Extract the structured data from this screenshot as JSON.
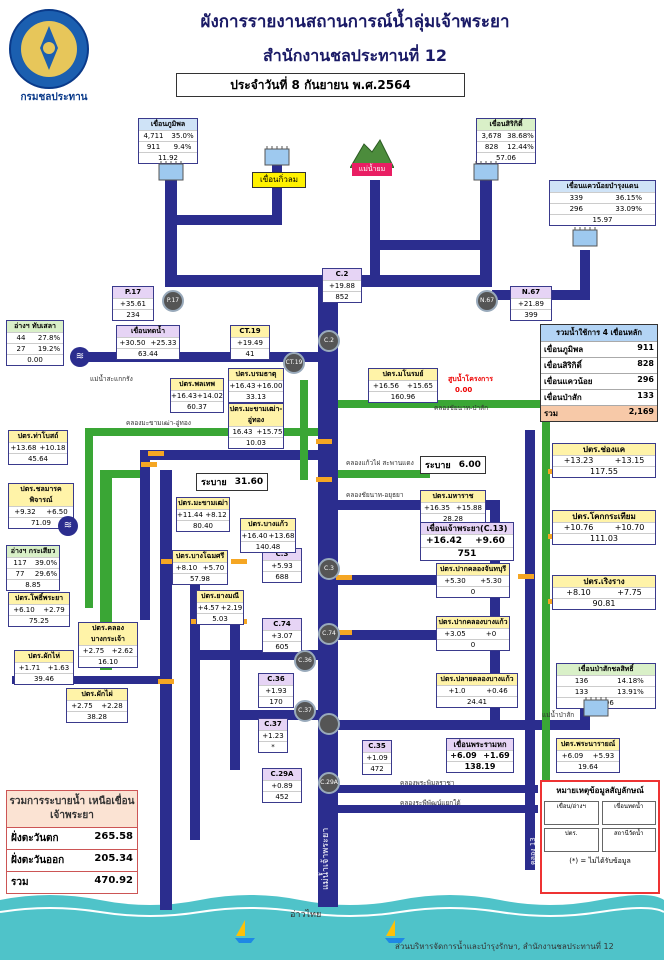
{
  "header": {
    "title": "ผังการรายงานสถานการณ์น้ำลุ่มเจ้าพระยา",
    "subtitle": "สำนักงานชลประทานที่ 12",
    "date": "ประจำวันที่ 8 กันยายน พ.ศ.2564",
    "logo_text": "กรมชลประทาน"
  },
  "dams": {
    "bhumibol": {
      "name": "เขื่อนภูมิพล",
      "v1": "4,711",
      "p1": "35.0%",
      "v2": "911",
      "p2": "9.4%",
      "v3": "11.92"
    },
    "sirikit": {
      "name": "เขื่อนสิริกิติ์",
      "v1": "3,678",
      "p1": "38.68%",
      "v2": "828",
      "p2": "12.44%",
      "v3": "57.06"
    },
    "kwaenoi": {
      "name": "เขื่อนแควน้อยบำรุงแดน",
      "v1": "339",
      "p1": "36.15%",
      "v2": "296",
      "p2": "33.09%",
      "v3": "15.97"
    },
    "pasak": {
      "name": "เขื่อนป่าสักชลสิทธิ์",
      "v1": "136",
      "p1": "14.18%",
      "v2": "133",
      "p2": "13.91%",
      "v3": "3.06"
    },
    "kiwlom_label": "เขื่อนกิ่วลม",
    "river_nan_label": "แม่น้ำยม"
  },
  "stations": {
    "p17": {
      "name": "P.17",
      "a": "+35.61",
      "b": "234"
    },
    "n67": {
      "name": "N.67",
      "a": "+21.89",
      "b": "399"
    },
    "c2": {
      "name": "C.2",
      "a": "+19.88",
      "b": "852"
    },
    "ct19": {
      "name": "CT.19",
      "a": "+19.49",
      "b": "41"
    },
    "c3": {
      "name": "C.3",
      "a": "+5.93",
      "b": "688"
    },
    "c74": {
      "name": "C.74",
      "a": "+3.07",
      "b": "605"
    },
    "c36": {
      "name": "C.36",
      "a": "+1.93",
      "b": "170"
    },
    "c37": {
      "name": "C.37",
      "a": "+1.23",
      "b": "*"
    },
    "c35": {
      "name": "C.35",
      "a": "+1.09",
      "b": "472"
    },
    "c29a": {
      "name": "C.29A",
      "a": "+0.89",
      "b": "452"
    }
  },
  "gates": {
    "sakae": {
      "name": "เขื่อนทดน้ำ",
      "a": "+30.50",
      "b": "+25.33",
      "c": "63.44"
    },
    "ar_tha": {
      "name": "อ่างฯ ทับเสลา",
      "v1": "44",
      "p1": "27.8%",
      "v2": "27",
      "p2": "19.2%",
      "v3": "0.00"
    },
    "ar_kra": {
      "name": "อ่างฯ กระเสียว",
      "v1": "117",
      "p1": "39.0%",
      "v2": "77",
      "p2": "29.6%",
      "v3": "8.85"
    },
    "phonlathep": {
      "name": "ปตร.พลเทพ",
      "a": "+16.43",
      "b": "+14.02",
      "c": "60.37"
    },
    "borommathat": {
      "name": "ปตร.บรมธาตุ",
      "a": "+16.43",
      "b": "+16.00",
      "c": "33.13"
    },
    "manorom": {
      "name": "ปตร.มโนรมย์",
      "a": "+16.56",
      "b": "+15.65",
      "c": "160.96"
    },
    "mahasarakham": {
      "name": "ปตร.มะขามเฒ่า-อู่ทอง",
      "a": "16.43",
      "b": "+15.75",
      "c": "10.03"
    },
    "thaboran": {
      "name": "ปตร.ท่าโบสถ์",
      "a": "+13.68",
      "b": "+10.18",
      "c": "45.64"
    },
    "chongkae": {
      "name": "ปตร.ช่องแค",
      "a": "+13.23",
      "b": "+13.15",
      "c": "117.55"
    },
    "chainat": {
      "name": "ปตร.ชลมารคพิจารณ์",
      "a": "+9.32",
      "b": "+6.50",
      "c": "71.09"
    },
    "makhamtao": {
      "name": "ปตร.มะขามเฒ่า",
      "a": "+11.44",
      "b": "+8.12",
      "c": "80.40"
    },
    "maharat": {
      "name": "ปตร.มหาราช",
      "a": "+16.35",
      "b": "+15.88",
      "c": "28.28"
    },
    "chaophraya": {
      "name": "เขื่อนเจ้าพระยา(C.13)",
      "a": "+16.42",
      "b": "+9.60",
      "c": "751"
    },
    "khokkrathiam": {
      "name": "ปตร.โคกกระเทียม",
      "a": "+10.76",
      "b": "+10.70",
      "c": "111.03"
    },
    "bangkeaw": {
      "name": "ปตร.บางแก้ว",
      "a": "+16.40",
      "b": "+13.68",
      "c": "140.48"
    },
    "bangkhlan": {
      "name": "ปตร.บางโฉมศรี",
      "a": "+8.10",
      "b": "+5.70",
      "c": "57.98"
    },
    "phophraya": {
      "name": "ปตร.โพธิ์พระยา",
      "a": "+6.10",
      "b": "+2.79",
      "c": "75.25"
    },
    "yangmani": {
      "name": "ปตร.ยางมณี",
      "a": "+4.57",
      "b": "+2.19",
      "c": "5.03"
    },
    "rengrang": {
      "name": "ปตร.เริงราง",
      "a": "+8.10",
      "b": "+7.75",
      "c": "90.81"
    },
    "sammuk": {
      "name": "ปตร.ปากคลองจันทบุรี",
      "a": "+5.30",
      "b": "+5.30",
      "c": "0"
    },
    "bangpho": {
      "name": "ปตร.ปากคลองบางแก้ว",
      "a": "+3.05",
      "b": "+0",
      "c": "0"
    },
    "bangkhla": {
      "name": "ปตร.คลองบางกระเจ้า",
      "a": "+2.75",
      "b": "+2.62",
      "c": "16.10"
    },
    "phakhai": {
      "name": "ปตร.ผักไห่",
      "a": "+1.71",
      "b": "+1.63",
      "c": "39.46"
    },
    "makham": {
      "name": "ปตร.ผักไผ่",
      "a": "+2.75",
      "b": "+2.28",
      "c": "38.28"
    },
    "phranakhon": {
      "name": "ปตร.ปลายคลองบางแก้ว",
      "a": "+1.0",
      "b": "+0.46",
      "c": "24.41"
    },
    "phrasrisri": {
      "name": "เขื่อนพระรามหก",
      "a": "+6.09",
      "b": "+1.69",
      "c": "138.19"
    },
    "phrasrisri2": {
      "name": "ปตร.พระนารายณ์",
      "a": "+6.09",
      "b": "+5.93",
      "c": "19.64"
    }
  },
  "releases": {
    "r1_label": "ระบาย",
    "r1_value": "31.60",
    "r2_label": "ระบาย",
    "r2_value": "6.00"
  },
  "canal_labels": {
    "c1": "คลองมะขามเฒ่า-อู่ทอง",
    "c2": "คลองแก้วไผ่ สะพานแดง",
    "c3": "คลองชัยนาท-ป่าสัก",
    "c4": "คลองชัยนาท-อยุธยา",
    "c5": "คลองพระพิมลราชา",
    "c6": "คลองระพีพัฒน์แยกใต้",
    "c7": "แม่น้ำสะแกกรัง",
    "c8": "คลอง 13",
    "c9": "แม่น้ำเจ้าพระยา",
    "c10": "แม่น้ำป่าสัก",
    "c11": "สูบน้ำโครงการ",
    "c12": "0.00",
    "gulf": "อ่าวไทย"
  },
  "summary": {
    "title": "รวมน้ำใช้การ 4 เขื่อนหลัก",
    "rows": [
      {
        "name": "เขื่อนภูมิพล",
        "value": "911"
      },
      {
        "name": "เขื่อนสิริกิติ์",
        "value": "828"
      },
      {
        "name": "เขื่อนแควน้อย",
        "value": "296"
      },
      {
        "name": "เขื่อนป่าสัก",
        "value": "133"
      }
    ],
    "total_label": "รวม",
    "total_value": "2,169"
  },
  "outflow": {
    "title": "รวมการระบายน้ำ เหนือเขื่อนเจ้าพระยา",
    "rows": [
      {
        "name": "ฝั่งตะวันตก",
        "value": "265.58"
      },
      {
        "name": "ฝั่งตะวันออก",
        "value": "205.34"
      },
      {
        "name": "รวม",
        "value": "470.92"
      }
    ]
  },
  "legend": {
    "title": "หมายเหตุข้อมูลสัญลักษณ์",
    "cells": [
      "เขื่อน/อ่างฯ",
      "เขื่อนทดน้ำ",
      "ปตร.",
      "สถานีวัดน้ำ"
    ],
    "note": "(*) = ไม่ได้รับข้อมูล"
  },
  "footer": "ส่วนบริหารจัดการน้ำและบำรุงรักษา, สำนักงานชลประทานที่ 12",
  "colors": {
    "river": "#2b2d8e",
    "canal": "#3aa635",
    "accent": "#1a1a66"
  }
}
